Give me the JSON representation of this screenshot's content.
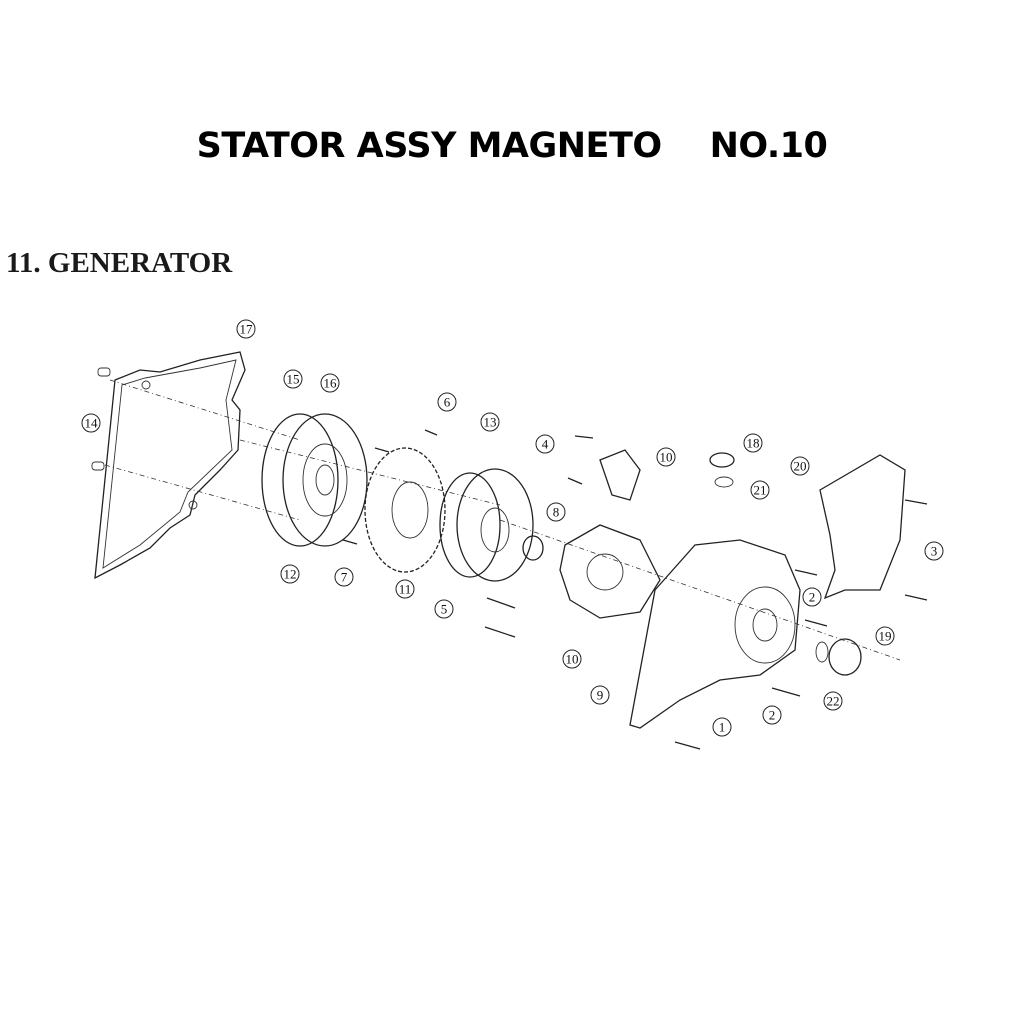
{
  "header": {
    "title": "STATOR ASSY MAGNETO",
    "part_no": "NO.10"
  },
  "section_title": "11. GENERATOR",
  "callouts": [
    "17",
    "15",
    "16",
    "14",
    "6",
    "13",
    "4",
    "10",
    "18",
    "20",
    "21",
    "8",
    "3",
    "12",
    "7",
    "11",
    "5",
    "2",
    "19",
    "10",
    "9",
    "22",
    "2",
    "1"
  ]
}
